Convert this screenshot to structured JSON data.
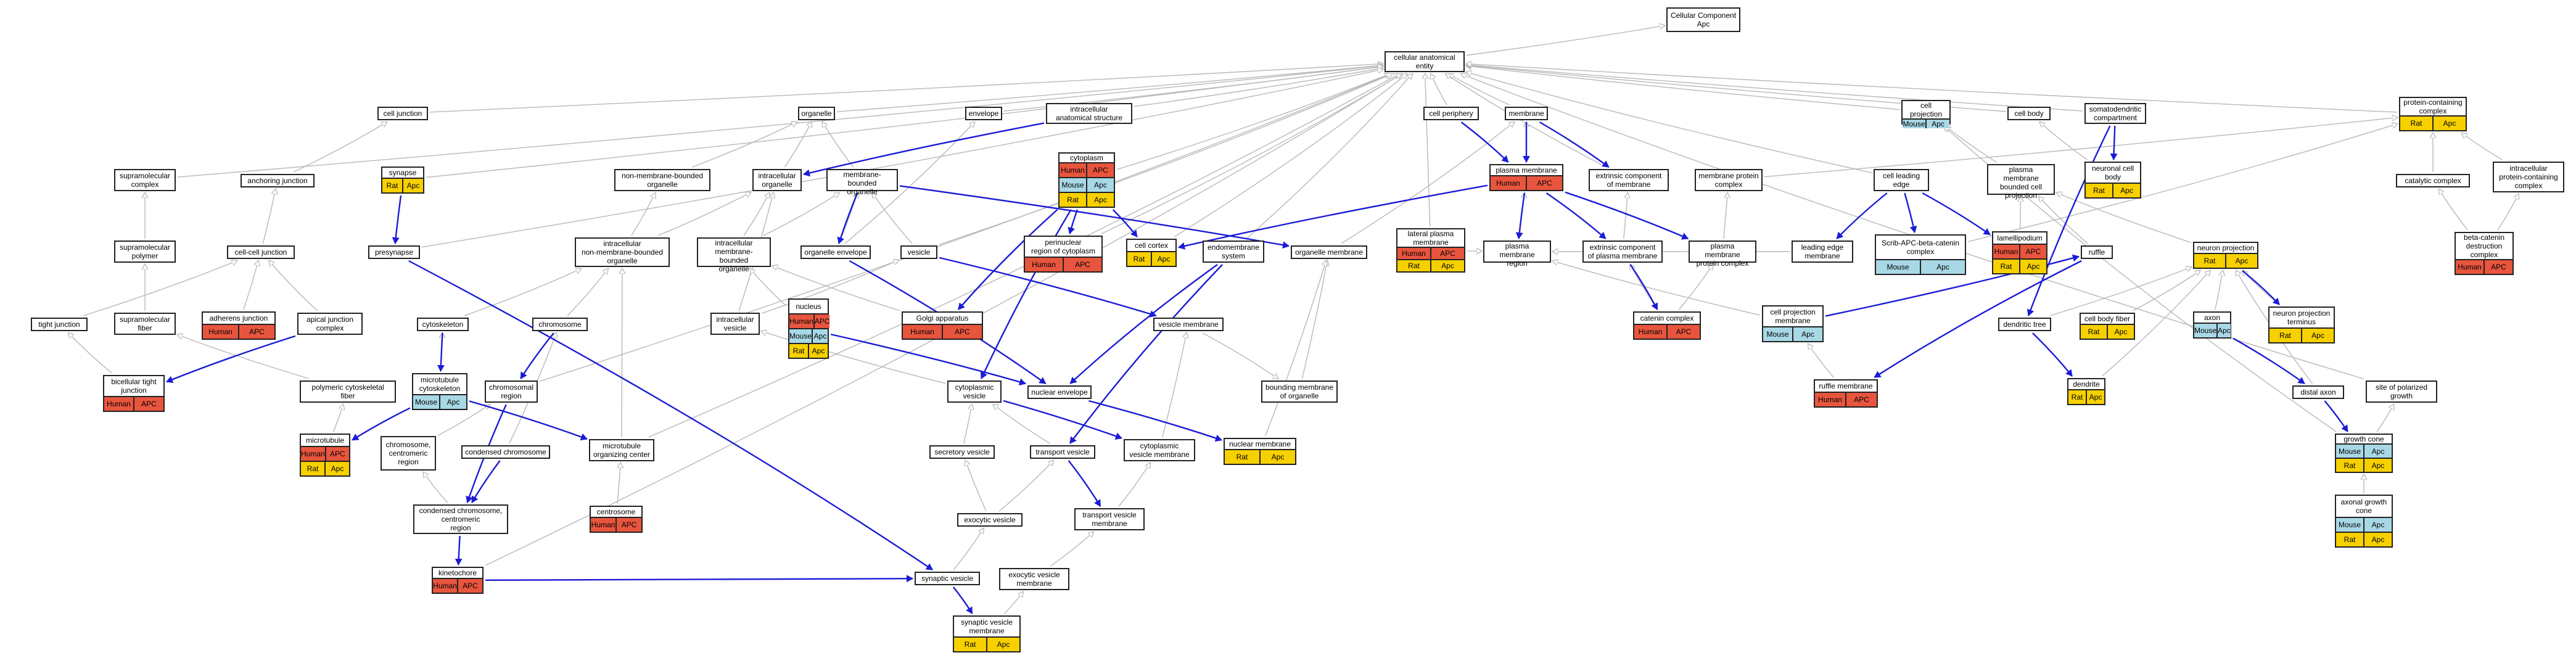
{
  "title": "Cellular Component\nApc",
  "colors": {
    "human": "#e8553e",
    "mouse": "#a8d8e6",
    "rat": "#f7d000",
    "edge_isa": "#b8b8b8",
    "edge_part_of": "#1b1bd6"
  },
  "nodes": [
    {
      "id": "root",
      "label": "Cellular Component\nApc"
    },
    {
      "id": "cae",
      "label": "cellular anatomical\nentity"
    },
    {
      "id": "cell_junction",
      "label": "cell junction"
    },
    {
      "id": "organelle",
      "label": "organelle"
    },
    {
      "id": "envelope",
      "label": "envelope"
    },
    {
      "id": "ias",
      "label": "intracellular\nanatomical structure"
    },
    {
      "id": "cell_periphery",
      "label": "cell periphery"
    },
    {
      "id": "membrane",
      "label": "membrane"
    },
    {
      "id": "cell_projection",
      "label": "cell projection",
      "tags": [
        [
          "Mouse",
          "Apc"
        ]
      ]
    },
    {
      "id": "cell_body",
      "label": "cell body"
    },
    {
      "id": "somatodendritic",
      "label": "somatodendritic\ncompartment"
    },
    {
      "id": "protein_complex",
      "label": "protein-containing\ncomplex",
      "tags": [
        [
          "Rat",
          "Apc"
        ]
      ]
    },
    {
      "id": "supramolecular_complex",
      "label": "supramolecular\ncomplex"
    },
    {
      "id": "anchoring_junction",
      "label": "anchoring junction"
    },
    {
      "id": "synapse",
      "label": "synapse",
      "tags": [
        [
          "Rat",
          "Apc"
        ]
      ]
    },
    {
      "id": "nmbo",
      "label": "non-membrane-bounded\norganelle"
    },
    {
      "id": "intracellular_organelle",
      "label": "intracellular\norganelle"
    },
    {
      "id": "membrane_bounded_organelle",
      "label": "membrane-bounded\norganelle"
    },
    {
      "id": "cytoplasm",
      "label": "cytoplasm",
      "tags": [
        [
          "Human",
          "APC"
        ],
        [
          "Mouse",
          "Apc"
        ],
        [
          "Rat",
          "Apc"
        ]
      ]
    },
    {
      "id": "plasma_membrane",
      "label": "plasma membrane",
      "tags": [
        [
          "Human",
          "APC"
        ]
      ]
    },
    {
      "id": "extrinsic_membrane",
      "label": "extrinsic component\nof membrane"
    },
    {
      "id": "membrane_protein_complex",
      "label": "membrane protein\ncomplex"
    },
    {
      "id": "cell_leading_edge",
      "label": "cell leading\nedge"
    },
    {
      "id": "pm_bounded_projection",
      "label": "plasma membrane\nbounded cell\nprojection"
    },
    {
      "id": "neuronal_cell_body",
      "label": "neuronal cell\nbody",
      "tags": [
        [
          "Rat",
          "Apc"
        ]
      ]
    },
    {
      "id": "catalytic_complex",
      "label": "catalytic complex"
    },
    {
      "id": "intracellular_pcc",
      "label": "intracellular\nprotein-containing\ncomplex"
    },
    {
      "id": "supramolecular_polymer",
      "label": "supramolecular\npolymer"
    },
    {
      "id": "cell_cell_junction",
      "label": "cell-cell junction"
    },
    {
      "id": "presynapse",
      "label": "presynapse"
    },
    {
      "id": "intracellular_nmbo",
      "label": "intracellular\nnon-membrane-bounded\norganelle"
    },
    {
      "id": "intracellular_mbo",
      "label": "intracellular\nmembrane-bounded\norganelle"
    },
    {
      "id": "organelle_envelope",
      "label": "organelle envelope"
    },
    {
      "id": "vesicle",
      "label": "vesicle"
    },
    {
      "id": "perinuclear",
      "label": "perinuclear\nregion of cytoplasm",
      "tags": [
        [
          "Human",
          "APC"
        ]
      ]
    },
    {
      "id": "cell_cortex",
      "label": "cell cortex",
      "tags": [
        [
          "Rat",
          "Apc"
        ]
      ]
    },
    {
      "id": "endomembrane",
      "label": "endomembrane\nsystem"
    },
    {
      "id": "organelle_membrane",
      "label": "organelle membrane"
    },
    {
      "id": "lateral_pm",
      "label": "lateral plasma\nmembrane",
      "tags": [
        [
          "Human",
          "APC"
        ],
        [
          "Rat",
          "Apc"
        ]
      ]
    },
    {
      "id": "pm_region",
      "label": "plasma membrane\nregion"
    },
    {
      "id": "extrinsic_pm",
      "label": "extrinsic component\nof plasma membrane"
    },
    {
      "id": "pm_protein_complex",
      "label": "plasma membrane\nprotein complex"
    },
    {
      "id": "leading_edge_membrane",
      "label": "leading edge\nmembrane"
    },
    {
      "id": "scrib_complex",
      "label": "Scrib-APC-beta-catenin\ncomplex",
      "tags": [
        [
          "Mouse",
          "Apc"
        ]
      ]
    },
    {
      "id": "lamellipodium",
      "label": "lamellipodium",
      "tags": [
        [
          "Human",
          "APC"
        ],
        [
          "Rat",
          "Apc"
        ]
      ]
    },
    {
      "id": "ruffle",
      "label": "ruffle"
    },
    {
      "id": "neuron_projection",
      "label": "neuron projection",
      "tags": [
        [
          "Rat",
          "Apc"
        ]
      ]
    },
    {
      "id": "beta_catenin_complex",
      "label": "beta-catenin\ndestruction\ncomplex",
      "tags": [
        [
          "Human",
          "APC"
        ]
      ]
    },
    {
      "id": "tight_junction",
      "label": "tight junction"
    },
    {
      "id": "supramolecular_fiber",
      "label": "supramolecular\nfiber"
    },
    {
      "id": "adherens_junction",
      "label": "adherens junction",
      "tags": [
        [
          "Human",
          "APC"
        ]
      ]
    },
    {
      "id": "apical_junction",
      "label": "apical junction\ncomplex"
    },
    {
      "id": "cytoskeleton",
      "label": "cytoskeleton"
    },
    {
      "id": "chromosome",
      "label": "chromosome"
    },
    {
      "id": "nucleus",
      "label": "nucleus",
      "tags": [
        [
          "Human",
          "APC"
        ],
        [
          "Mouse",
          "Apc"
        ],
        [
          "Rat",
          "Apc"
        ]
      ]
    },
    {
      "id": "golgi",
      "label": "Golgi apparatus",
      "tags": [
        [
          "Human",
          "APC"
        ]
      ]
    },
    {
      "id": "intracellular_vesicle",
      "label": "intracellular\nvesicle"
    },
    {
      "id": "vesicle_membrane",
      "label": "vesicle membrane"
    },
    {
      "id": "cell_projection_membrane",
      "label": "cell projection\nmembrane",
      "tags": [
        [
          "Mouse",
          "Apc"
        ]
      ]
    },
    {
      "id": "catenin_complex",
      "label": "catenin complex",
      "tags": [
        [
          "Human",
          "APC"
        ]
      ]
    },
    {
      "id": "cell_body_fiber",
      "label": "cell body fiber",
      "tags": [
        [
          "Rat",
          "Apc"
        ]
      ]
    },
    {
      "id": "axon",
      "label": "axon",
      "tags": [
        [
          "Mouse",
          "Apc"
        ]
      ]
    },
    {
      "id": "npt",
      "label": "neuron projection\nterminus",
      "tags": [
        [
          "Rat",
          "Apc"
        ]
      ]
    },
    {
      "id": "dendritic_tree",
      "label": "dendritic tree"
    },
    {
      "id": "bicellular_tj",
      "label": "bicellular tight\njunction",
      "tags": [
        [
          "Human",
          "APC"
        ]
      ]
    },
    {
      "id": "polymeric_cf",
      "label": "polymeric cytoskeletal\nfiber"
    },
    {
      "id": "mt_cytoskeleton",
      "label": "microtubule\ncytoskeleton",
      "tags": [
        [
          "Mouse",
          "Apc"
        ]
      ]
    },
    {
      "id": "chromosomal_region",
      "label": "chromosomal\nregion"
    },
    {
      "id": "cytoplasmic_vesicle",
      "label": "cytoplasmic\nvesicle"
    },
    {
      "id": "nuclear_envelope",
      "label": "nuclear envelope"
    },
    {
      "id": "bounding_membrane",
      "label": "bounding membrane\nof organelle"
    },
    {
      "id": "ruffle_membrane",
      "label": "ruffle membrane",
      "tags": [
        [
          "Human",
          "APC"
        ]
      ]
    },
    {
      "id": "dendrite",
      "label": "dendrite",
      "tags": [
        [
          "Rat",
          "Apc"
        ]
      ]
    },
    {
      "id": "distal_axon",
      "label": "distal axon"
    },
    {
      "id": "site_polarized",
      "label": "site of polarized\ngrowth"
    },
    {
      "id": "microtubule",
      "label": "microtubule",
      "tags": [
        [
          "Human",
          "APC"
        ],
        [
          "Rat",
          "Apc"
        ]
      ]
    },
    {
      "id": "centromeric_region",
      "label": "chromosome,\ncentromeric\nregion"
    },
    {
      "id": "condensed_chromosome",
      "label": "condensed chromosome"
    },
    {
      "id": "mtoc",
      "label": "microtubule\norganizing center"
    },
    {
      "id": "secretory_vesicle",
      "label": "secretory vesicle"
    },
    {
      "id": "transport_vesicle",
      "label": "transport vesicle"
    },
    {
      "id": "cytoplasmic_vm",
      "label": "cytoplasmic\nvesicle membrane"
    },
    {
      "id": "nuclear_membrane",
      "label": "nuclear membrane",
      "tags": [
        [
          "Rat",
          "Apc"
        ]
      ]
    },
    {
      "id": "growth_cone",
      "label": "growth cone",
      "tags": [
        [
          "Mouse",
          "Apc"
        ],
        [
          "Rat",
          "Apc"
        ]
      ]
    },
    {
      "id": "ccc_region",
      "label": "condensed chromosome,\ncentromeric\nregion"
    },
    {
      "id": "centrosome",
      "label": "centrosome",
      "tags": [
        [
          "Human",
          "APC"
        ]
      ]
    },
    {
      "id": "exocytic_vesicle",
      "label": "exocytic vesicle"
    },
    {
      "id": "tvm",
      "label": "transport vesicle\nmembrane"
    },
    {
      "id": "axonal_growth_cone",
      "label": "axonal growth\ncone",
      "tags": [
        [
          "Mouse",
          "Apc"
        ],
        [
          "Rat",
          "Apc"
        ]
      ]
    },
    {
      "id": "kinetochore",
      "label": "kinetochore",
      "tags": [
        [
          "Human",
          "APC"
        ]
      ]
    },
    {
      "id": "synaptic_vesicle",
      "label": "synaptic vesicle"
    },
    {
      "id": "evm",
      "label": "exocytic vesicle\nmembrane"
    },
    {
      "id": "svm",
      "label": "synaptic vesicle\nmembrane",
      "tags": [
        [
          "Rat",
          "Apc"
        ]
      ]
    }
  ],
  "edges_isa": [
    [
      "cae",
      "root"
    ],
    [
      "cell_junction",
      "cae"
    ],
    [
      "organelle",
      "cae"
    ],
    [
      "envelope",
      "cae"
    ],
    [
      "ias",
      "cae"
    ],
    [
      "cell_periphery",
      "cae"
    ],
    [
      "membrane",
      "cae"
    ],
    [
      "cell_projection",
      "cae"
    ],
    [
      "cell_body",
      "cae"
    ],
    [
      "somatodendritic",
      "cae"
    ],
    [
      "protein_complex",
      "cae"
    ],
    [
      "supramolecular_complex",
      "cae"
    ],
    [
      "synapse",
      "cae"
    ],
    [
      "cytoplasm",
      "cae"
    ],
    [
      "extrinsic_membrane",
      "cae"
    ],
    [
      "cell_leading_edge",
      "cae"
    ],
    [
      "chromosomal_region",
      "cae"
    ],
    [
      "mtoc",
      "cae"
    ],
    [
      "kinetochore",
      "cae"
    ],
    [
      "vesicle",
      "cae"
    ],
    [
      "endomembrane",
      "cae"
    ],
    [
      "cell_cortex",
      "cae"
    ],
    [
      "perinuclear",
      "cae"
    ],
    [
      "lateral_pm",
      "cae"
    ],
    [
      "site_polarized",
      "cae"
    ],
    [
      "anchoring_junction",
      "cell_junction"
    ],
    [
      "cell_cell_junction",
      "anchoring_junction"
    ],
    [
      "adherens_junction",
      "cell_cell_junction"
    ],
    [
      "apical_junction",
      "cell_cell_junction"
    ],
    [
      "tight_junction",
      "cell_cell_junction"
    ],
    [
      "bicellular_tj",
      "tight_junction"
    ],
    [
      "nmbo",
      "organelle"
    ],
    [
      "intracellular_organelle",
      "organelle"
    ],
    [
      "membrane_bounded_organelle",
      "organelle"
    ],
    [
      "intracellular_nmbo",
      "nmbo"
    ],
    [
      "intracellular_nmbo",
      "intracellular_organelle"
    ],
    [
      "intracellular_mbo",
      "intracellular_organelle"
    ],
    [
      "intracellular_mbo",
      "membrane_bounded_organelle"
    ],
    [
      "organelle_envelope",
      "envelope"
    ],
    [
      "organelle_envelope",
      "membrane_bounded_organelle"
    ],
    [
      "vesicle",
      "membrane_bounded_organelle"
    ],
    [
      "intracellular_vesicle",
      "vesicle"
    ],
    [
      "intracellular_vesicle",
      "intracellular_organelle"
    ],
    [
      "nucleus",
      "intracellular_mbo"
    ],
    [
      "golgi",
      "intracellular_mbo"
    ],
    [
      "supramolecular_polymer",
      "supramolecular_complex"
    ],
    [
      "supramolecular_fiber",
      "supramolecular_polymer"
    ],
    [
      "polymeric_cf",
      "supramolecular_fiber"
    ],
    [
      "microtubule",
      "polymeric_cf"
    ],
    [
      "cytoskeleton",
      "intracellular_nmbo"
    ],
    [
      "chromosome",
      "intracellular_nmbo"
    ],
    [
      "mtoc",
      "intracellular_nmbo"
    ],
    [
      "mt_cytoskeleton",
      "cytoskeleton"
    ],
    [
      "centromeric_region",
      "chromosomal_region"
    ],
    [
      "ccc_region",
      "centromeric_region"
    ],
    [
      "condensed_chromosome",
      "chromosome"
    ],
    [
      "centrosome",
      "mtoc"
    ],
    [
      "cytoplasmic_vesicle",
      "intracellular_vesicle"
    ],
    [
      "secretory_vesicle",
      "cytoplasmic_vesicle"
    ],
    [
      "transport_vesicle",
      "cytoplasmic_vesicle"
    ],
    [
      "exocytic_vesicle",
      "secretory_vesicle"
    ],
    [
      "exocytic_vesicle",
      "transport_vesicle"
    ],
    [
      "synaptic_vesicle",
      "exocytic_vesicle"
    ],
    [
      "presynapse",
      "cae"
    ],
    [
      "plasma_membrane",
      "membrane"
    ],
    [
      "organelle_membrane",
      "membrane"
    ],
    [
      "bounding_membrane",
      "organelle_membrane"
    ],
    [
      "vesicle_membrane",
      "bounding_membrane"
    ],
    [
      "cytoplasmic_vm",
      "vesicle_membrane"
    ],
    [
      "tvm",
      "cytoplasmic_vm"
    ],
    [
      "evm",
      "tvm"
    ],
    [
      "svm",
      "evm"
    ],
    [
      "nuclear_membrane",
      "organelle_membrane"
    ],
    [
      "pm_region",
      "plasma_membrane"
    ],
    [
      "lateral_pm",
      "pm_region"
    ],
    [
      "leading_edge_membrane",
      "pm_region"
    ],
    [
      "cell_projection_membrane",
      "pm_region"
    ],
    [
      "ruffle_membrane",
      "cell_projection_membrane"
    ],
    [
      "extrinsic_pm",
      "extrinsic_membrane"
    ],
    [
      "membrane_protein_complex",
      "protein_complex"
    ],
    [
      "pm_protein_complex",
      "membrane_protein_complex"
    ],
    [
      "catenin_complex",
      "pm_protein_complex"
    ],
    [
      "catenin_complex",
      "extrinsic_pm"
    ],
    [
      "pm_bounded_projection",
      "cell_projection"
    ],
    [
      "lamellipodium",
      "pm_bounded_projection"
    ],
    [
      "ruffle",
      "pm_bounded_projection"
    ],
    [
      "neuron_projection",
      "pm_bounded_projection"
    ],
    [
      "neuronal_cell_body",
      "cell_body"
    ],
    [
      "catalytic_complex",
      "protein_complex"
    ],
    [
      "intracellular_pcc",
      "protein_complex"
    ],
    [
      "beta_catenin_complex",
      "catalytic_complex"
    ],
    [
      "beta_catenin_complex",
      "intracellular_pcc"
    ],
    [
      "scrib_complex",
      "protein_complex"
    ],
    [
      "cell_body_fiber",
      "neuron_projection"
    ],
    [
      "axon",
      "neuron_projection"
    ],
    [
      "dendrite",
      "neuron_projection"
    ],
    [
      "dendritic_tree",
      "neuron_projection"
    ],
    [
      "npt",
      "neuron_projection"
    ],
    [
      "distal_axon",
      "neuron_projection"
    ],
    [
      "growth_cone",
      "site_polarized"
    ],
    [
      "growth_cone",
      "cell_projection"
    ],
    [
      "axonal_growth_cone",
      "growth_cone"
    ]
  ],
  "edges_part_of": [
    [
      "synapse",
      "presynapse"
    ],
    [
      "presynapse",
      "synaptic_vesicle"
    ],
    [
      "apical_junction",
      "bicellular_tj"
    ],
    [
      "ias",
      "intracellular_organelle"
    ],
    [
      "cytoplasm",
      "perinuclear"
    ],
    [
      "cytoplasm",
      "cytoplasmic_vesicle"
    ],
    [
      "cytoplasm",
      "golgi"
    ],
    [
      "cytoplasm",
      "cell_cortex"
    ],
    [
      "cell_periphery",
      "plasma_membrane"
    ],
    [
      "membrane",
      "extrinsic_membrane"
    ],
    [
      "membrane",
      "plasma_membrane"
    ],
    [
      "plasma_membrane",
      "pm_region"
    ],
    [
      "plasma_membrane",
      "extrinsic_pm"
    ],
    [
      "plasma_membrane",
      "pm_protein_complex"
    ],
    [
      "plasma_membrane",
      "cell_cortex"
    ],
    [
      "extrinsic_pm",
      "catenin_complex"
    ],
    [
      "cell_leading_edge",
      "leading_edge_membrane"
    ],
    [
      "cell_leading_edge",
      "scrib_complex"
    ],
    [
      "cell_leading_edge",
      "lamellipodium"
    ],
    [
      "ruffle",
      "ruffle_membrane"
    ],
    [
      "cell_projection_membrane",
      "ruffle"
    ],
    [
      "somatodendritic",
      "neuronal_cell_body"
    ],
    [
      "somatodendritic",
      "dendritic_tree"
    ],
    [
      "dendritic_tree",
      "dendrite"
    ],
    [
      "neuron_projection",
      "npt"
    ],
    [
      "axon",
      "distal_axon"
    ],
    [
      "distal_axon",
      "growth_cone"
    ],
    [
      "membrane_bounded_organelle",
      "organelle_envelope"
    ],
    [
      "membrane_bounded_organelle",
      "organelle_membrane"
    ],
    [
      "organelle_envelope",
      "nuclear_envelope"
    ],
    [
      "nuclear_envelope",
      "nuclear_membrane"
    ],
    [
      "nucleus",
      "nuclear_envelope"
    ],
    [
      "endomembrane",
      "nuclear_envelope"
    ],
    [
      "endomembrane",
      "transport_vesicle"
    ],
    [
      "transport_vesicle",
      "tvm"
    ],
    [
      "vesicle",
      "vesicle_membrane"
    ],
    [
      "cytoplasmic_vesicle",
      "cytoplasmic_vm"
    ],
    [
      "synaptic_vesicle",
      "svm"
    ],
    [
      "cytoskeleton",
      "mt_cytoskeleton"
    ],
    [
      "mt_cytoskeleton",
      "microtubule"
    ],
    [
      "mt_cytoskeleton",
      "mtoc"
    ],
    [
      "chromosome",
      "chromosomal_region"
    ],
    [
      "chromosomal_region",
      "ccc_region"
    ],
    [
      "condensed_chromosome",
      "ccc_region"
    ],
    [
      "ccc_region",
      "kinetochore"
    ],
    [
      "kinetochore",
      "synaptic_vesicle"
    ]
  ]
}
